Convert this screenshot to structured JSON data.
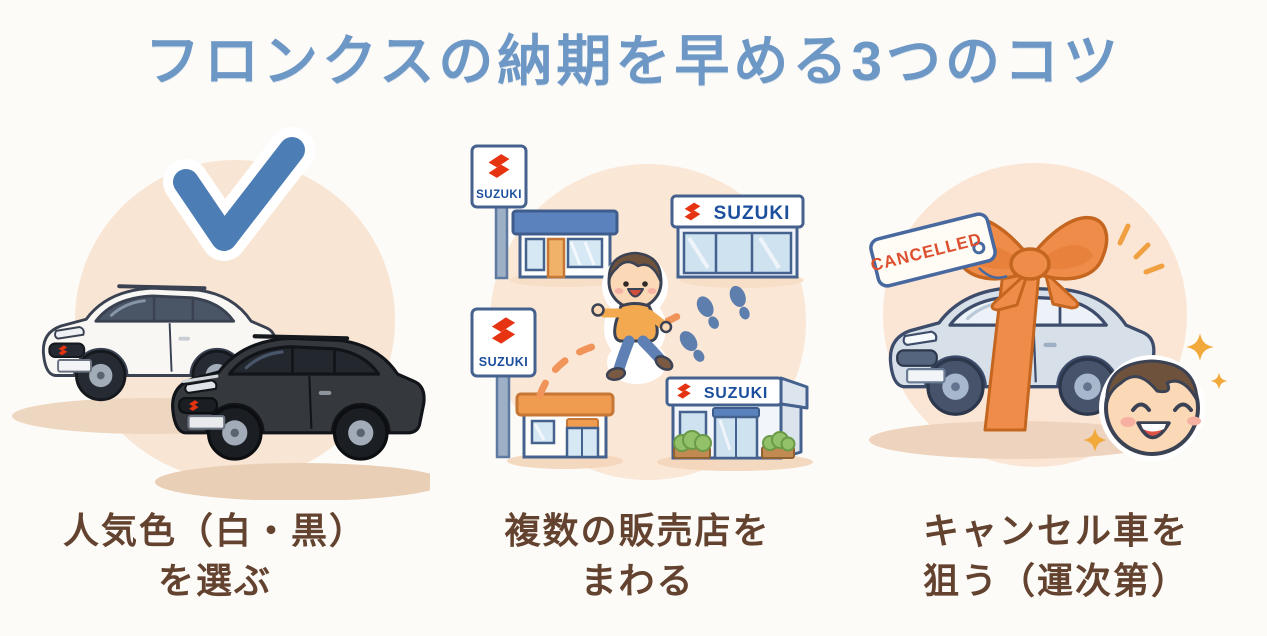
{
  "title": {
    "text": "フロンクスの納期を早める3つのコツ",
    "color": "#6d97c5"
  },
  "tips": [
    {
      "id": "choose-popular-colors",
      "caption_line1": "人気色（白・黒）",
      "caption_line2": "を選ぶ"
    },
    {
      "id": "visit-multiple-dealers",
      "caption_line1": "複数の販売店を",
      "caption_line2": "まわる"
    },
    {
      "id": "target-cancelled-car",
      "caption_line1": "キャンセル車を",
      "caption_line2": "狙う（運次第）"
    }
  ],
  "brand": {
    "name": "SUZUKI",
    "mark_color": "#e63312",
    "wordmark_color": "#1b4f9d"
  },
  "tag": {
    "text": "CANCELLED",
    "text_color": "#dd4f2e"
  },
  "icons": {
    "checkmark": "blue check mark",
    "footprints": "blue shoe prints",
    "dashed-path": "orange dashed walking path",
    "gift-ribbon": "orange ribbon bow",
    "sparkle": "gold four-point star"
  },
  "colors": {
    "background": "#fdfbf8",
    "caption_brown": "#63432f",
    "panel_circle_peach": "#f9e5d3",
    "checkmark_blue": "#4d7db5",
    "ribbon_orange": "#ef8c4a",
    "path_orange": "#f0945a",
    "footprint_blue": "#5e7fae",
    "white_car": "#f8f7f3",
    "black_car": "#35393d",
    "gift_car_gray": "#d7dfe8"
  }
}
